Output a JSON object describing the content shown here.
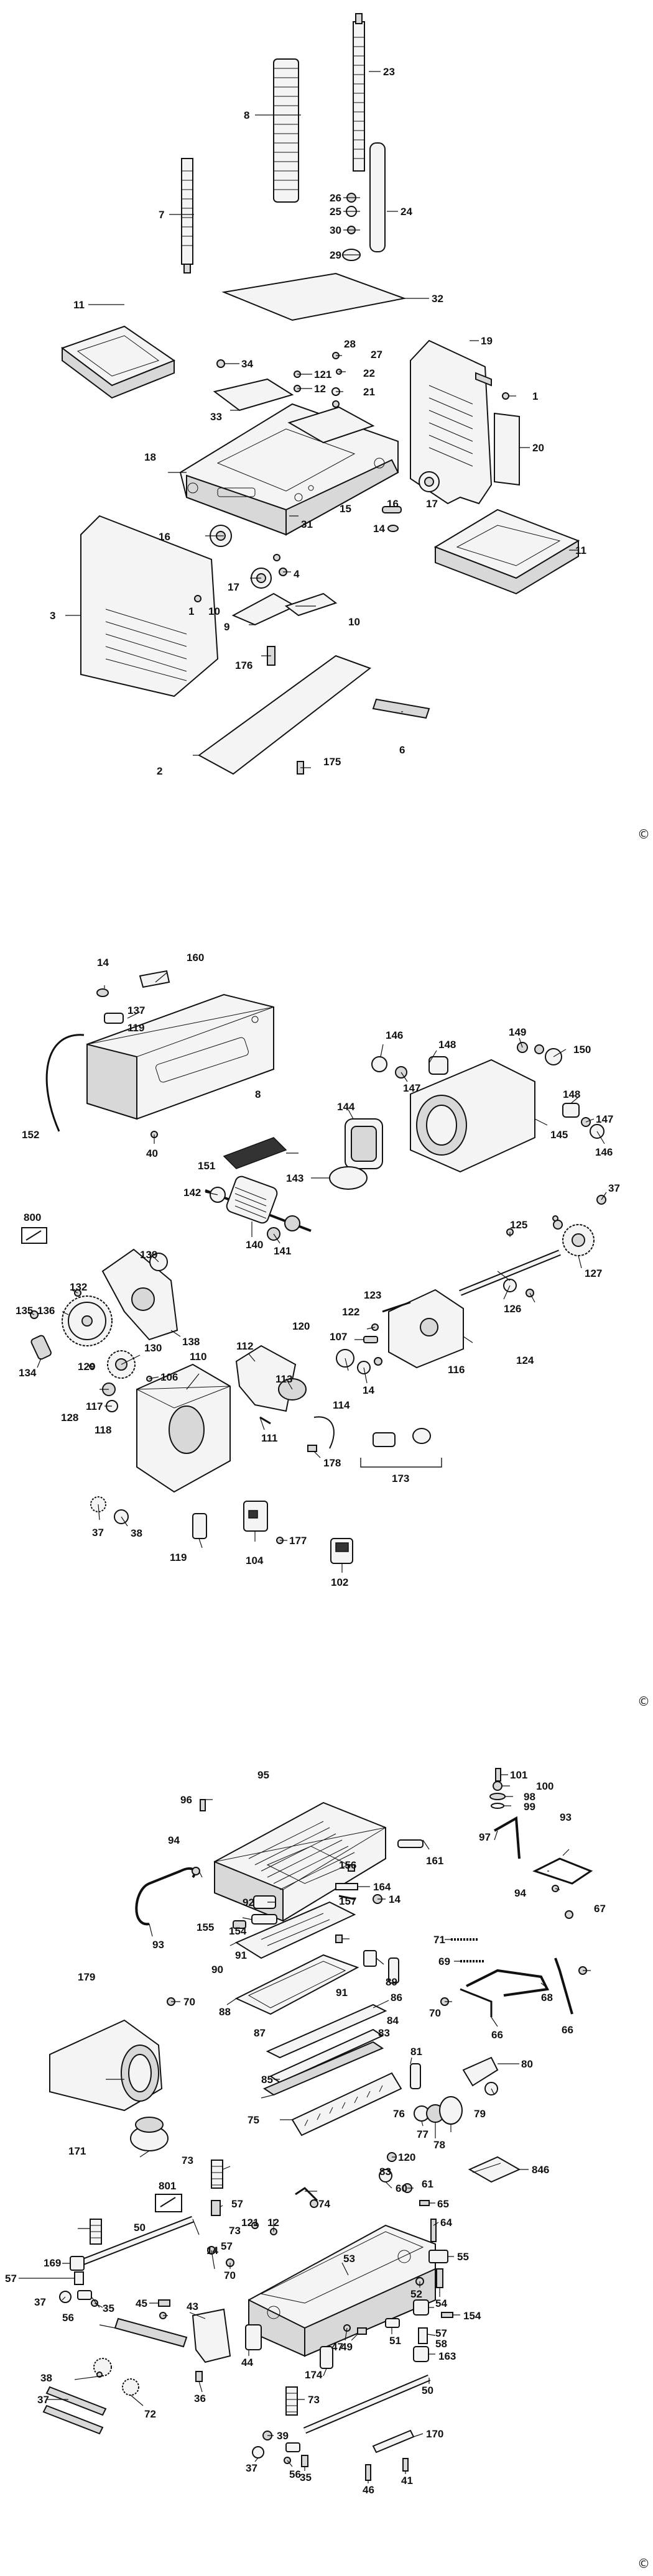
{
  "copyright_symbol": "©",
  "panels": [
    {
      "id": "panel-1",
      "labels": [
        "23",
        "8",
        "7",
        "26",
        "25",
        "24",
        "30",
        "29",
        "11",
        "32",
        "34",
        "121",
        "12",
        "28",
        "27",
        "22",
        "21",
        "33",
        "19",
        "1",
        "20",
        "18",
        "31",
        "15",
        "17",
        "16",
        "14",
        "4",
        "10",
        "9",
        "3",
        "1",
        "176",
        "10",
        "11",
        "2",
        "6",
        "175",
        "16",
        "17"
      ]
    },
    {
      "id": "panel-2",
      "labels": [
        "14",
        "160",
        "137",
        "119",
        "152",
        "40",
        "8",
        "146",
        "148",
        "149",
        "150",
        "147",
        "151",
        "144",
        "148",
        "147",
        "146",
        "800",
        "143",
        "145",
        "142",
        "139",
        "141",
        "140",
        "132",
        "136",
        "138",
        "135",
        "134",
        "125",
        "37",
        "127",
        "123",
        "122",
        "107",
        "120",
        "126",
        "124",
        "130",
        "129",
        "106",
        "128",
        "117",
        "118",
        "110",
        "113",
        "112",
        "114",
        "116",
        "111",
        "178",
        "14",
        "173",
        "37",
        "38",
        "119",
        "104",
        "177",
        "102"
      ]
    },
    {
      "id": "panel-3",
      "labels": [
        "101",
        "100",
        "98",
        "99",
        "96",
        "95",
        "94",
        "93",
        "97",
        "161",
        "156",
        "164",
        "92",
        "157",
        "14",
        "155",
        "154",
        "71",
        "94",
        "67",
        "93",
        "69",
        "179",
        "70",
        "91",
        "90",
        "89",
        "68",
        "70",
        "66",
        "91",
        "66",
        "88",
        "86",
        "87",
        "84",
        "83",
        "85",
        "81",
        "80",
        "171",
        "77",
        "79",
        "76",
        "78",
        "75",
        "73",
        "120",
        "846",
        "57",
        "801",
        "60",
        "61",
        "65",
        "74",
        "83",
        "73",
        "121",
        "12",
        "53",
        "64",
        "14",
        "57",
        "70",
        "55",
        "50",
        "169",
        "57",
        "52",
        "54",
        "43",
        "37",
        "35",
        "56",
        "45",
        "44",
        "49",
        "47",
        "51",
        "57",
        "58",
        "154",
        "163",
        "38",
        "36",
        "174",
        "50",
        "37",
        "72",
        "73",
        "170",
        "39",
        "41",
        "37",
        "56",
        "35",
        "46"
      ]
    }
  ]
}
